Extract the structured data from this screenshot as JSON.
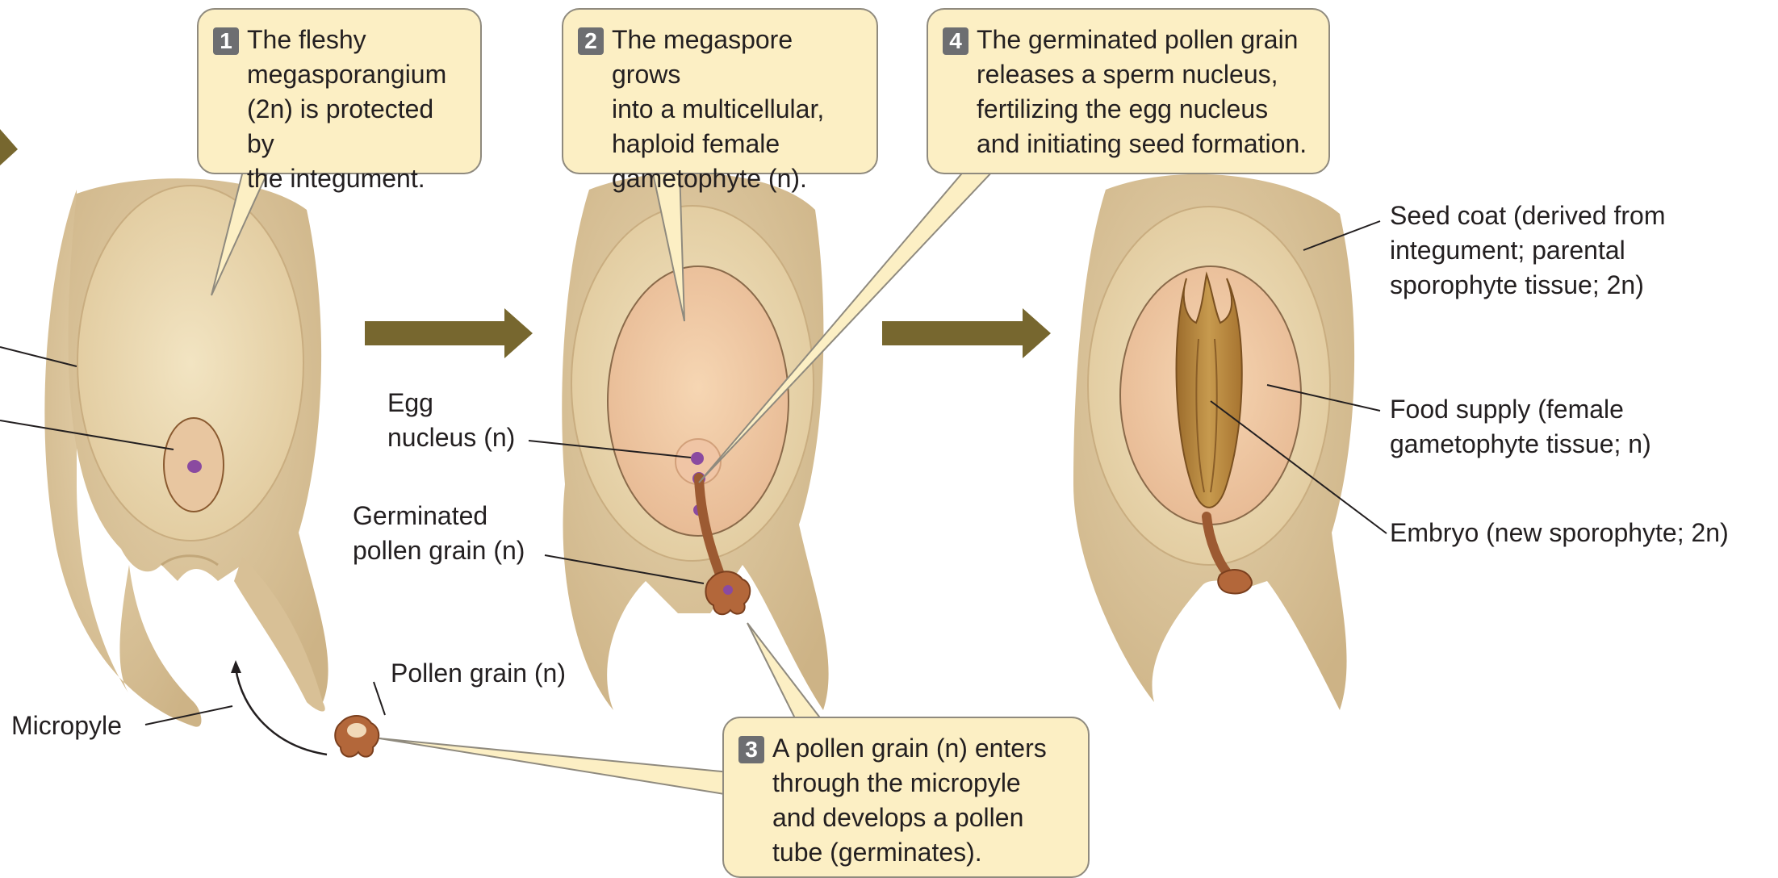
{
  "callouts": {
    "step1": {
      "number": "1",
      "text": "The fleshy\nmegasporangium\n(2n) is protected by\nthe integument."
    },
    "step2": {
      "number": "2",
      "text": "The megaspore grows\ninto a multicellular,\nhaploid female\ngametophyte (n)."
    },
    "step3": {
      "number": "3",
      "text": "A pollen grain (n) enters\nthrough the micropyle\nand develops a pollen\ntube (germinates)."
    },
    "step4": {
      "number": "4",
      "text": "The germinated pollen grain\nreleases a sperm nucleus,\nfertilizing the egg nucleus\nand initiating seed formation."
    }
  },
  "labels": {
    "egg_nucleus": "Egg\nnucleus (n)",
    "germinated_pollen_grain": "Germinated\npollen grain (n)",
    "pollen_grain": "Pollen grain (n)",
    "micropyle": "Micropyle",
    "seed_coat": "Seed coat (derived from\nintegument; parental\nsporophyte tissue; 2n)",
    "food_supply": "Food supply (female\ngametophyte tissue; n)",
    "embryo": "Embryo (new sporophyte; 2n)"
  },
  "colors": {
    "integument": "#dcc6a0",
    "megasporangium": "#ecdcb5",
    "gametophyte": "#f2c9a0",
    "pollen": "#b3673a",
    "embryo": "#b9893f",
    "arrow": "#77672f",
    "callout_fill": "#fcefc4",
    "nucleus": "#8a4aa0"
  }
}
